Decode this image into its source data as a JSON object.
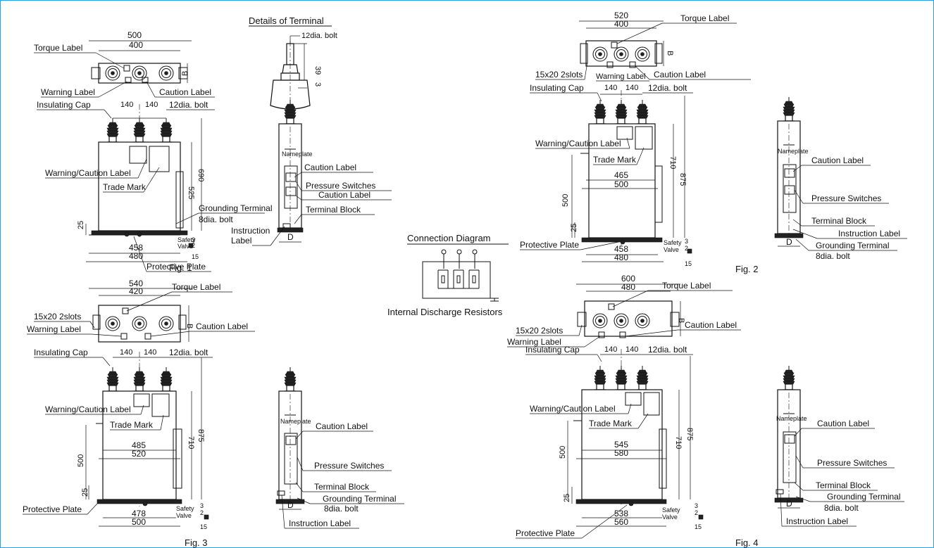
{
  "labels": {
    "details_of_terminal": "Details of Terminal",
    "connection_diagram": "Connection Diagram",
    "internal_discharge_resistors": "Internal Discharge Resistors",
    "torque_label": "Torque Label",
    "warning_label": "Warning Label",
    "caution_label": "Caution Label",
    "warning_caution_label": "Warning/Caution Label",
    "trade_mark": "Trade Mark",
    "insulating_cap": "Insulating Cap",
    "bolt_12": "12dia. bolt",
    "bolt_8": "8dia. bolt",
    "grounding_terminal": "Grounding Terminal",
    "protective_plate": "Protective Plate",
    "safety": "Safety",
    "valve": "Valve",
    "nameplate": "Nameplate",
    "pressure_switches": "Pressure Switches",
    "terminal_block": "Terminal Block",
    "instruction": "Instruction",
    "label": "Label",
    "instruction_label": "Instruction Label",
    "slots": "15x20 2slots",
    "B": "B",
    "D": "D"
  },
  "detail": {
    "dim_39": "39",
    "dim_3": "3"
  },
  "fig1": {
    "title": "Fig. 1",
    "top_w": "500",
    "top_c": "400",
    "p1": "140",
    "p2": "140",
    "h525": "525",
    "h690": "690",
    "d25": "25",
    "b458": "458",
    "b480": "480",
    "s3": "3",
    "s2": "2",
    "s15": "15"
  },
  "fig2": {
    "title": "Fig. 2",
    "top_w": "520",
    "top_c": "400",
    "p1": "140",
    "p2": "140",
    "w465": "465",
    "w500": "500",
    "h500": "500",
    "h710": "710",
    "h875": "875",
    "d25": "25",
    "b458": "458",
    "b480": "480",
    "s3": "3",
    "s2": "2",
    "s15": "15"
  },
  "fig3": {
    "title": "Fig. 3",
    "top_w": "540",
    "top_c": "420",
    "p1": "140",
    "p2": "140",
    "w485": "485",
    "w520": "520",
    "h500": "500",
    "h710": "710",
    "h875": "875",
    "d25": "25",
    "b478": "478",
    "b500": "500",
    "s3": "3",
    "s2": "2",
    "s15": "15"
  },
  "fig4": {
    "title": "Fig. 4",
    "top_w": "600",
    "top_c": "480",
    "p1": "140",
    "p2": "140",
    "w545": "545",
    "w580": "580",
    "h500": "500",
    "h710": "710",
    "h875": "875",
    "d25": "25",
    "b538": "538",
    "b560": "560",
    "s3": "3",
    "s2": "2",
    "s15": "15"
  }
}
